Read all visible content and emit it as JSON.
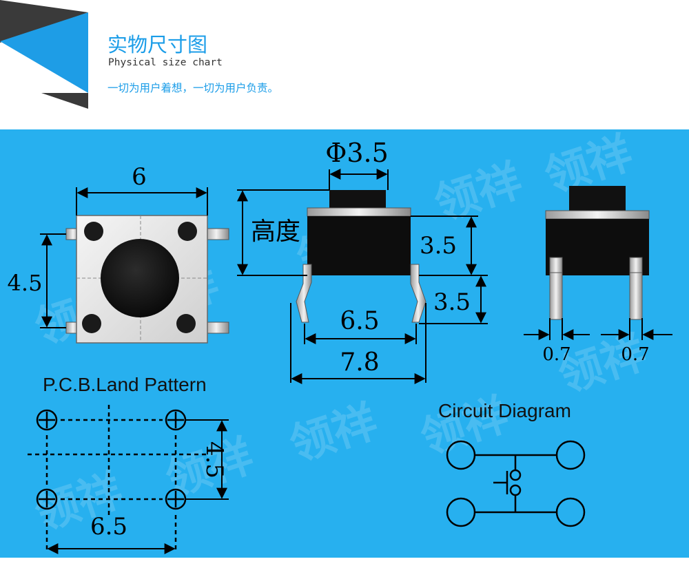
{
  "header": {
    "title": "实物尺寸图",
    "subtitle": "Physical size chart",
    "slogan": "一切为用户着想，一切为用户负责。"
  },
  "watermark": "领祥",
  "top_view": {
    "width": "6",
    "height": "4.5"
  },
  "side_view": {
    "cap_diameter": "Φ3.5",
    "height_label": "高度",
    "body_height": "3.5",
    "pin_length": "3.5",
    "pin_spacing_inner": "6.5",
    "pin_spacing_outer": "7.8"
  },
  "front_view": {
    "pin_width_left": "0.7",
    "pin_width_right": "0.7"
  },
  "pcb": {
    "title": "P.C.B.Land Pattern",
    "horizontal": "6.5",
    "vertical": "4.5"
  },
  "circuit": {
    "title": "Circuit Diagram"
  },
  "colors": {
    "accent": "#1b9de8",
    "panel": "#27b0ef",
    "dark_tri": "#3a3a3a",
    "blue_tri": "#1e9de6"
  }
}
